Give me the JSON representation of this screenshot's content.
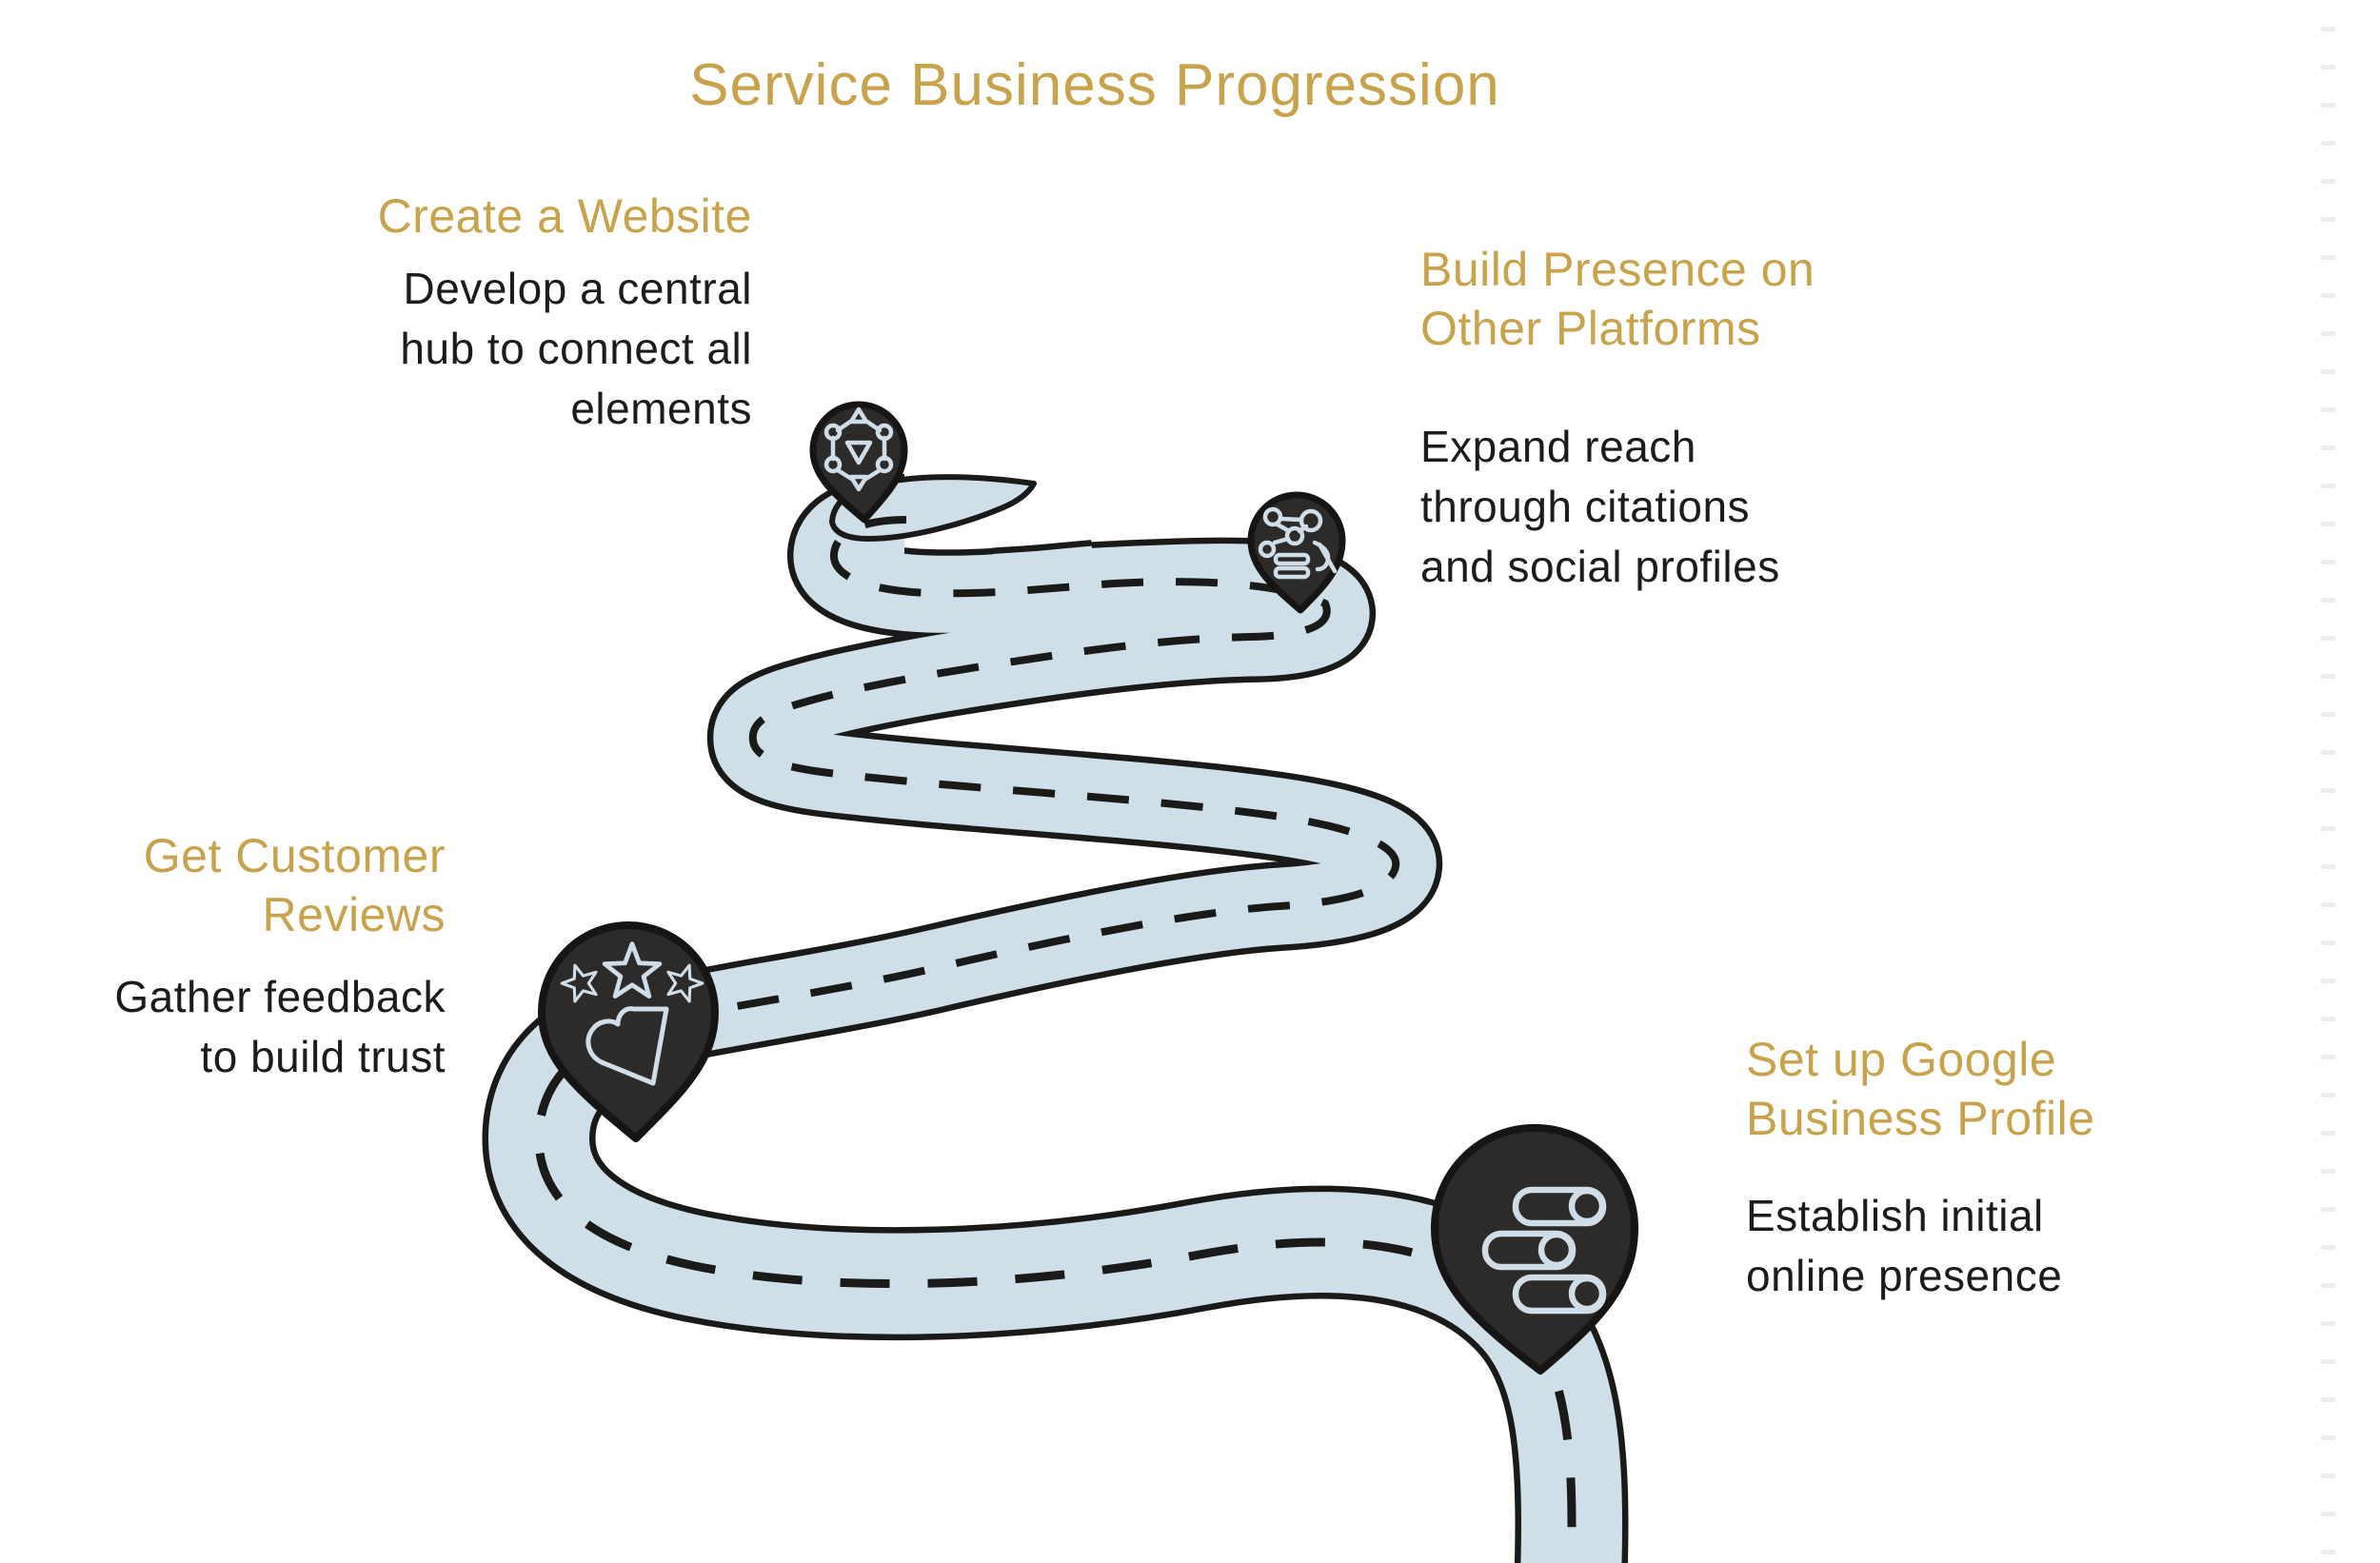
{
  "title": "Service Business Progression",
  "colors": {
    "accent_gold": "#c9a34c",
    "body_text": "#1d1c1a",
    "road_fill": "#cfdfe9",
    "road_outline": "#1a1a18",
    "pin_fill": "#2d2b29",
    "icon_stroke": "#cfdde8",
    "edge_tick": "#ededed"
  },
  "milestones": [
    {
      "id": "create-website",
      "heading_lines": [
        "Create a Website"
      ],
      "body_lines": [
        "Develop a central",
        "hub to connect all",
        "elements"
      ],
      "icon": "network-hub-icon"
    },
    {
      "id": "build-presence",
      "heading_lines": [
        "Build Presence on",
        "Other Platforms"
      ],
      "body_lines": [
        "Expand reach",
        "through citations",
        "and social profiles"
      ],
      "icon": "citations-network-icon"
    },
    {
      "id": "customer-reviews",
      "heading_lines": [
        "Get Customer",
        "Reviews"
      ],
      "body_lines": [
        "Gather feedback",
        "to build trust"
      ],
      "icon": "star-rating-thumbs-up-icon"
    },
    {
      "id": "google-business-profile",
      "heading_lines": [
        "Set up Google",
        "Business Profile"
      ],
      "body_lines": [
        "Establish initial",
        "online presence"
      ],
      "icon": "toggle-switches-icon"
    }
  ]
}
